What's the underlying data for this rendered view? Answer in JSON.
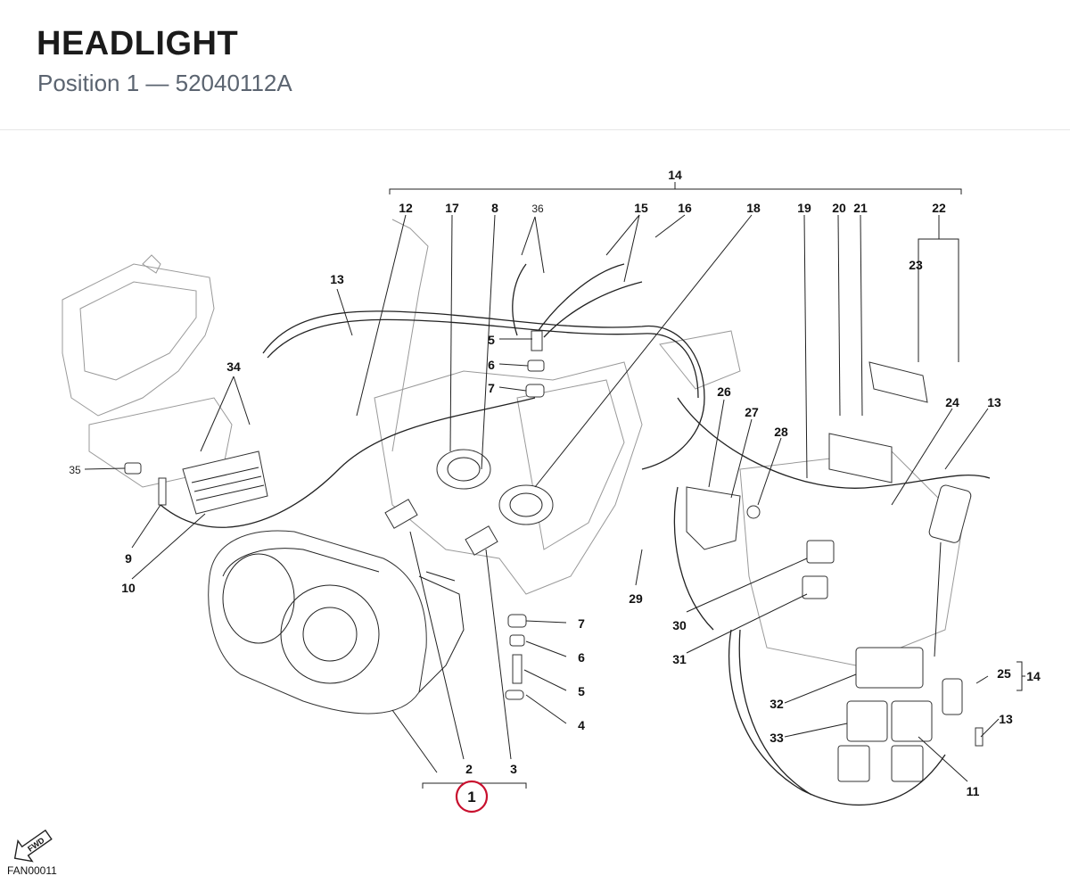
{
  "header": {
    "title": "HEADLIGHT",
    "subtitle": "Position 1 — 52040112A"
  },
  "diagram": {
    "callouts": {
      "c1": "1",
      "c2": "2",
      "c3": "3",
      "c4": "4",
      "c5": "5",
      "c5b": "5",
      "c6": "6",
      "c6b": "6",
      "c7": "7",
      "c7b": "7",
      "c8": "8",
      "c9": "9",
      "c10": "10",
      "c11": "11",
      "c12": "12",
      "c13a": "13",
      "c13b": "13",
      "c13c": "13",
      "c14": "14",
      "c14b": "14",
      "c15": "15",
      "c16": "16",
      "c17": "17",
      "c18": "18",
      "c19": "19",
      "c20": "20",
      "c21": "21",
      "c22": "22",
      "c23": "23",
      "c24": "24",
      "c25": "25",
      "c26": "26",
      "c27": "27",
      "c28": "28",
      "c29": "29",
      "c30": "30",
      "c31": "31",
      "c32": "32",
      "c33": "33",
      "c34": "34",
      "c35": "35",
      "c36": "36"
    },
    "fwd_label": "FWD",
    "highlight_color": "#c8102e"
  },
  "footer": {
    "code": "FAN00011"
  }
}
